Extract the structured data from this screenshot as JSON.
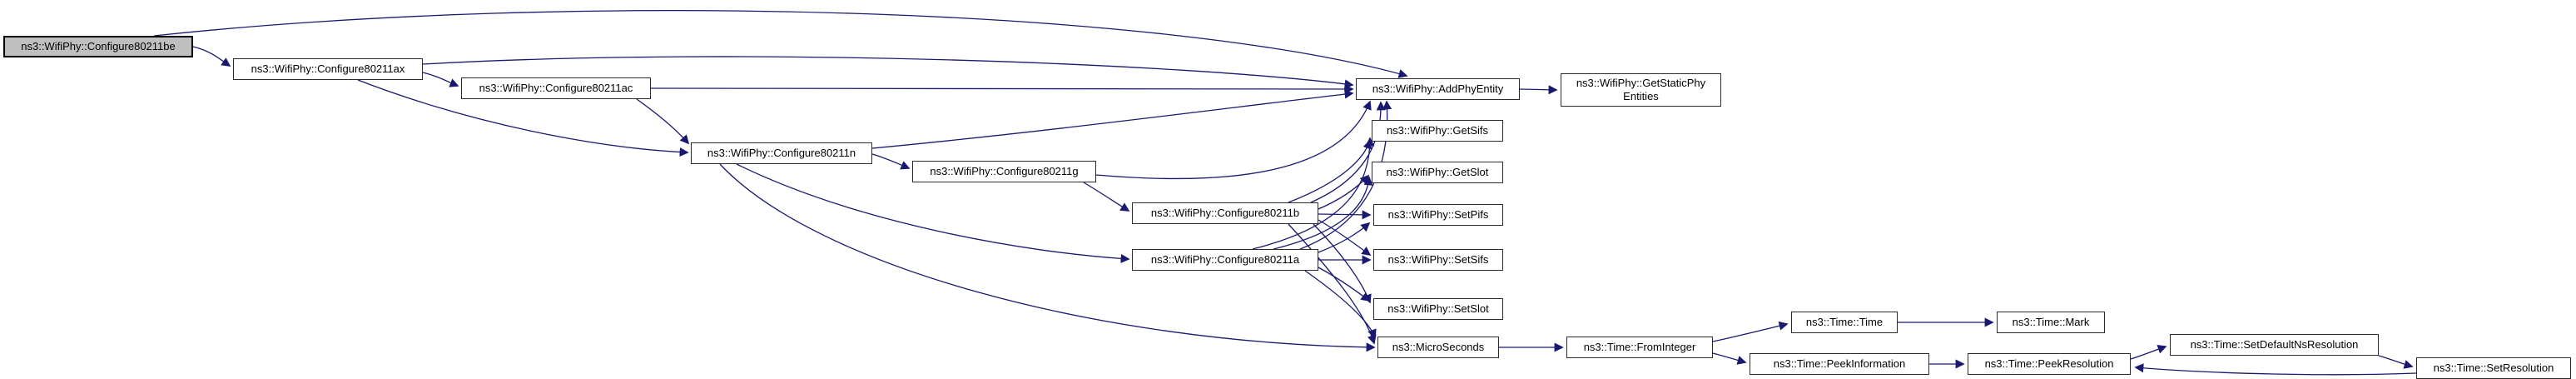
{
  "diagram": {
    "kind": "doxygen-call-graph",
    "root_function": "ns3::WifiPhy::Configure80211be",
    "colors": {
      "background": "#ffffff",
      "edge": "#191970",
      "node_fill": "#ffffff",
      "node_border": "#2b2b2b",
      "root_node_fill": "#bfbfbf",
      "root_node_border": "#000000",
      "text": "#000000"
    }
  },
  "nodes": [
    {
      "id": "be",
      "label": "ns3::WifiPhy::Configure80211be",
      "highlighted": true
    },
    {
      "id": "ax",
      "label": "ns3::WifiPhy::Configure80211ax",
      "highlighted": false
    },
    {
      "id": "ac",
      "label": "ns3::WifiPhy::Configure80211ac",
      "highlighted": false
    },
    {
      "id": "n",
      "label": "ns3::WifiPhy::Configure80211n",
      "highlighted": false
    },
    {
      "id": "g",
      "label": "ns3::WifiPhy::Configure80211g",
      "highlighted": false
    },
    {
      "id": "b",
      "label": "ns3::WifiPhy::Configure80211b",
      "highlighted": false
    },
    {
      "id": "a",
      "label": "ns3::WifiPhy::Configure80211a",
      "highlighted": false
    },
    {
      "id": "addPhyEntity",
      "label": "ns3::WifiPhy::AddPhyEntity",
      "highlighted": false
    },
    {
      "id": "getStaticPhyEntities",
      "label": "ns3::WifiPhy::GetStaticPhy\nEntities",
      "highlighted": false
    },
    {
      "id": "getSifs",
      "label": "ns3::WifiPhy::GetSifs",
      "highlighted": false
    },
    {
      "id": "getSlot",
      "label": "ns3::WifiPhy::GetSlot",
      "highlighted": false
    },
    {
      "id": "setPifs",
      "label": "ns3::WifiPhy::SetPifs",
      "highlighted": false
    },
    {
      "id": "setSifs",
      "label": "ns3::WifiPhy::SetSifs",
      "highlighted": false
    },
    {
      "id": "setSlot",
      "label": "ns3::WifiPhy::SetSlot",
      "highlighted": false
    },
    {
      "id": "microSeconds",
      "label": "ns3::MicroSeconds",
      "highlighted": false
    },
    {
      "id": "fromInteger",
      "label": "ns3::Time::FromInteger",
      "highlighted": false
    },
    {
      "id": "time",
      "label": "ns3::Time::Time",
      "highlighted": false
    },
    {
      "id": "mark",
      "label": "ns3::Time::Mark",
      "highlighted": false
    },
    {
      "id": "peekInformation",
      "label": "ns3::Time::PeekInformation",
      "highlighted": false
    },
    {
      "id": "peekResolution",
      "label": "ns3::Time::PeekResolution",
      "highlighted": false
    },
    {
      "id": "setDefaultNsResolution",
      "label": "ns3::Time::SetDefaultNsResolution",
      "highlighted": false
    },
    {
      "id": "setResolution",
      "label": "ns3::Time::SetResolution",
      "highlighted": false
    }
  ],
  "edges": [
    {
      "from": "be",
      "to": "ax"
    },
    {
      "from": "be",
      "to": "addPhyEntity"
    },
    {
      "from": "ax",
      "to": "ac"
    },
    {
      "from": "ax",
      "to": "n"
    },
    {
      "from": "ax",
      "to": "addPhyEntity"
    },
    {
      "from": "ac",
      "to": "n"
    },
    {
      "from": "ac",
      "to": "addPhyEntity"
    },
    {
      "from": "n",
      "to": "g"
    },
    {
      "from": "n",
      "to": "a"
    },
    {
      "from": "n",
      "to": "microSeconds"
    },
    {
      "from": "n",
      "to": "addPhyEntity"
    },
    {
      "from": "g",
      "to": "b"
    },
    {
      "from": "g",
      "to": "addPhyEntity"
    },
    {
      "from": "b",
      "to": "addPhyEntity"
    },
    {
      "from": "b",
      "to": "getSifs"
    },
    {
      "from": "b",
      "to": "getSlot"
    },
    {
      "from": "b",
      "to": "setPifs"
    },
    {
      "from": "b",
      "to": "setSifs"
    },
    {
      "from": "b",
      "to": "setSlot"
    },
    {
      "from": "b",
      "to": "microSeconds"
    },
    {
      "from": "a",
      "to": "addPhyEntity"
    },
    {
      "from": "a",
      "to": "getSifs"
    },
    {
      "from": "a",
      "to": "getSlot"
    },
    {
      "from": "a",
      "to": "setPifs"
    },
    {
      "from": "a",
      "to": "setSifs"
    },
    {
      "from": "a",
      "to": "setSlot"
    },
    {
      "from": "a",
      "to": "microSeconds"
    },
    {
      "from": "microSeconds",
      "to": "fromInteger"
    },
    {
      "from": "fromInteger",
      "to": "time"
    },
    {
      "from": "fromInteger",
      "to": "peekInformation"
    },
    {
      "from": "time",
      "to": "mark"
    },
    {
      "from": "peekInformation",
      "to": "peekResolution"
    },
    {
      "from": "peekResolution",
      "to": "setDefaultNsResolution"
    },
    {
      "from": "setDefaultNsResolution",
      "to": "setResolution"
    },
    {
      "from": "setResolution",
      "to": "peekResolution"
    }
  ]
}
